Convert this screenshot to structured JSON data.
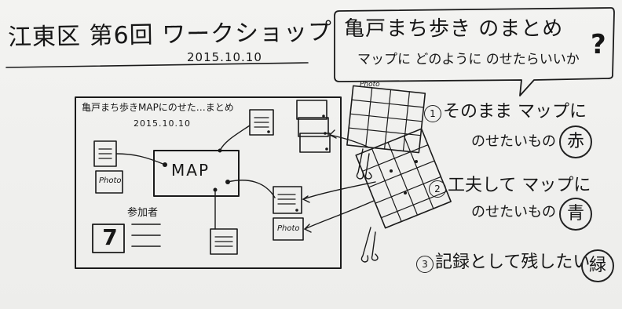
{
  "board": {
    "title": "江東区 第6回 ワークショップ",
    "date": "2015.10.10",
    "bubble": {
      "title": "亀戸まち歩き のまとめ",
      "question": "マップに どのように のせたらいいか",
      "question_mark": "?"
    },
    "diagram": {
      "title": "亀戸まち歩きMAPにのせた…まとめ",
      "date": "2015.10.10",
      "map_label": "MAP",
      "photo_labels": [
        "Photo",
        "Photo"
      ],
      "participants_label": "参加者",
      "icon_glyph": "7"
    },
    "sheet_photo_label": "Photo",
    "items": [
      {
        "number": "1",
        "line1": "そのまま マップに",
        "line2": "のせたいもの",
        "badge": "赤"
      },
      {
        "number": "2",
        "line1": "工夫して マップに",
        "line2": "のせたいもの",
        "badge": "青"
      },
      {
        "number": "3",
        "line1": "記録として残したい",
        "line2": "",
        "badge": "緑"
      }
    ]
  }
}
